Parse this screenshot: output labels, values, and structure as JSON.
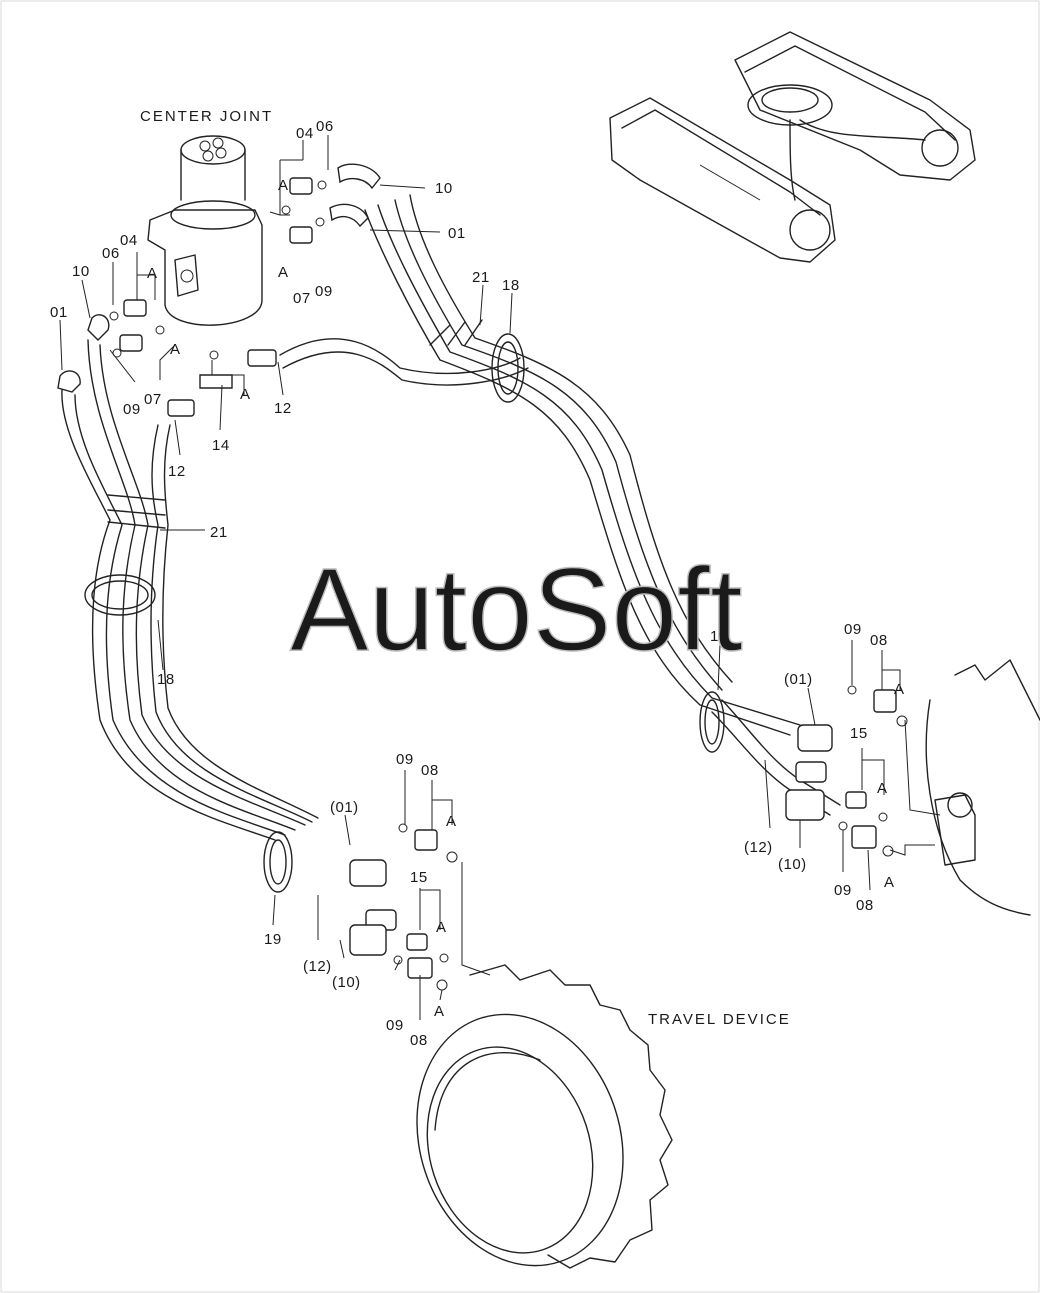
{
  "watermark": "AutoSoft",
  "titles": {
    "center_joint": "CENTER  JOINT",
    "travel_device": "TRAVEL  DEVICE"
  },
  "labels": {
    "l04a": "04",
    "l06a": "06",
    "l10a": "10",
    "l01a": "01",
    "lAa": "A",
    "lAb": "A",
    "l07a": "07",
    "l09a": "09",
    "l04b": "04",
    "l06b": "06",
    "l10b": "10",
    "l01b": "01",
    "lAc": "A",
    "lAd": "A",
    "l07b": "07",
    "l09b": "09",
    "l14": "14",
    "lAe": "A",
    "l12a": "12",
    "l12b": "12",
    "l21a": "21",
    "l18a": "18",
    "l21b": "21",
    "l18b": "18",
    "l19a": "19",
    "l01p_r": "(01)",
    "l09r1": "09",
    "l08r1": "08",
    "lAr1": "A",
    "l15r": "15",
    "lAr2": "A",
    "l12p_r": "(12)",
    "l10p_r": "(10)",
    "l09r2": "09",
    "l08r2": "08",
    "lAr3": "A",
    "l01p_b": "(01)",
    "l09b1": "09",
    "l08b1": "08",
    "lAb1": "A",
    "l15b": "15",
    "lAb2": "A",
    "l19b": "19",
    "l12p_b": "(12)",
    "l10p_b": "(10)",
    "l09b2": "09",
    "l08b2": "08",
    "lAb3": "A"
  },
  "colors": {
    "line": "#222222",
    "background": "#ffffff",
    "watermark": "#bdbdbd"
  }
}
